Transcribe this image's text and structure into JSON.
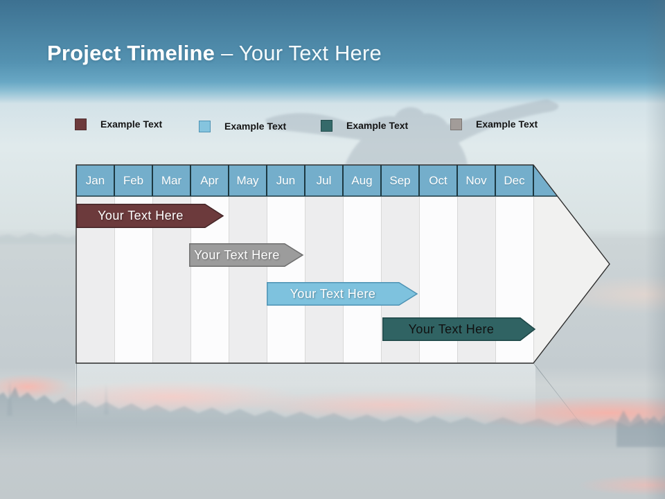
{
  "slide": {
    "title_bold": "Project Timeline",
    "title_rest": "– Your Text Here"
  },
  "legend": {
    "items": [
      {
        "label": "Example Text",
        "color": "#6c3a3c",
        "border": "#502c2e"
      },
      {
        "label": "Example Text",
        "color": "#85c4de",
        "border": "#4e93b4"
      },
      {
        "label": "Example Text",
        "color": "#356a6a",
        "border": "#224c4c"
      },
      {
        "label": "Example Text",
        "color": "#a29c99",
        "border": "#797471"
      }
    ]
  },
  "timeline": {
    "months": [
      "Jan",
      "Feb",
      "Mar",
      "Apr",
      "May",
      "Jun",
      "Jul",
      "Aug",
      "Sep",
      "Oct",
      "Nov",
      "Dec"
    ],
    "header_color": "#74aecb",
    "header_border_color": "#1c3841",
    "bars": [
      {
        "label": "Your Text Here",
        "color": "#6c3a3c",
        "border": "#442527",
        "text_color": "#ffffff",
        "start_month": "Jan",
        "end_month": "Apr"
      },
      {
        "label": "Your Text Here",
        "color": "#9c9c9c",
        "border": "#6e6e6e",
        "text_color": "#ffffff",
        "start_month": "Apr",
        "end_month": "Jun"
      },
      {
        "label": "Your Text Here",
        "color": "#7ec2de",
        "border": "#4e93b4",
        "text_color": "#ffffff",
        "start_month": "Jun",
        "end_month": "Sep"
      },
      {
        "label": "Your Text Here",
        "color": "#306363",
        "border": "#1d4646",
        "text_color": "#101010",
        "start_month": "Sep",
        "end_month": "Dec"
      }
    ]
  }
}
